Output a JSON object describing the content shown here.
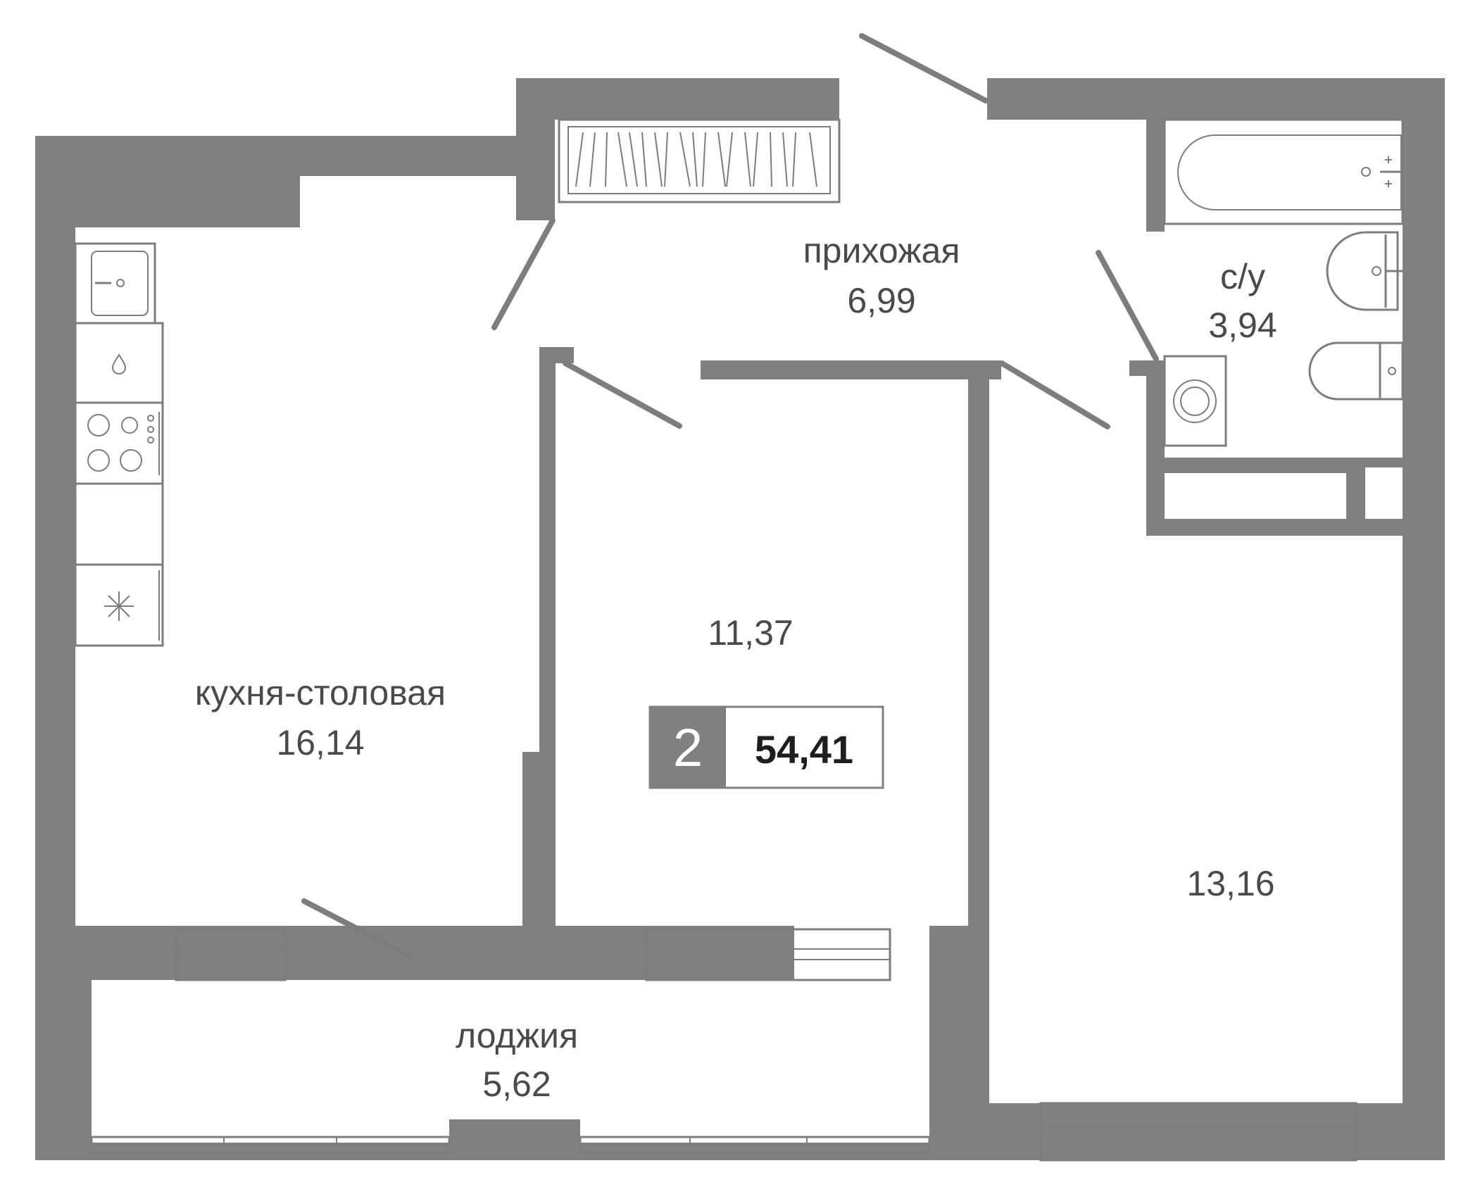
{
  "plan": {
    "wall_color": "#808080",
    "rooms": [
      {
        "id": "hallway",
        "name": "прихожая",
        "area": "6,99"
      },
      {
        "id": "bathroom",
        "name": "с/у",
        "area": "3,94"
      },
      {
        "id": "kitchen",
        "name": "кухня-столовая",
        "area": "16,14"
      },
      {
        "id": "bedroom",
        "name": "",
        "area": "11,37"
      },
      {
        "id": "living",
        "name": "",
        "area": "13,16"
      },
      {
        "id": "loggia",
        "name": "лоджия",
        "area": "5,62"
      }
    ],
    "badge": {
      "rooms": "2",
      "total_area": "54,41"
    }
  }
}
